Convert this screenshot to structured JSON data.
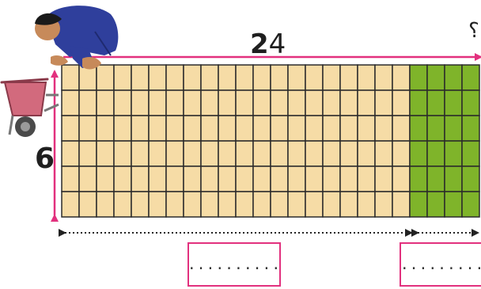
{
  "dimensions": {
    "length": "24",
    "length_bold_part": "2",
    "length_rest": "4",
    "width": "6",
    "question_mark": "؟"
  },
  "grid": {
    "rows": 6,
    "cols": 24,
    "beige_cols": 20,
    "green_cols": 4
  },
  "answer_boxes": {
    "left": "..........",
    "right": ".........."
  },
  "colors": {
    "beige": "#f6dca6",
    "green": "#7fb42a",
    "grid_line": "#2b2b2b",
    "arrow": "#e2317e",
    "box_border": "#e2317e"
  },
  "icons": [
    "worker-icon",
    "wheelbarrow-icon"
  ]
}
